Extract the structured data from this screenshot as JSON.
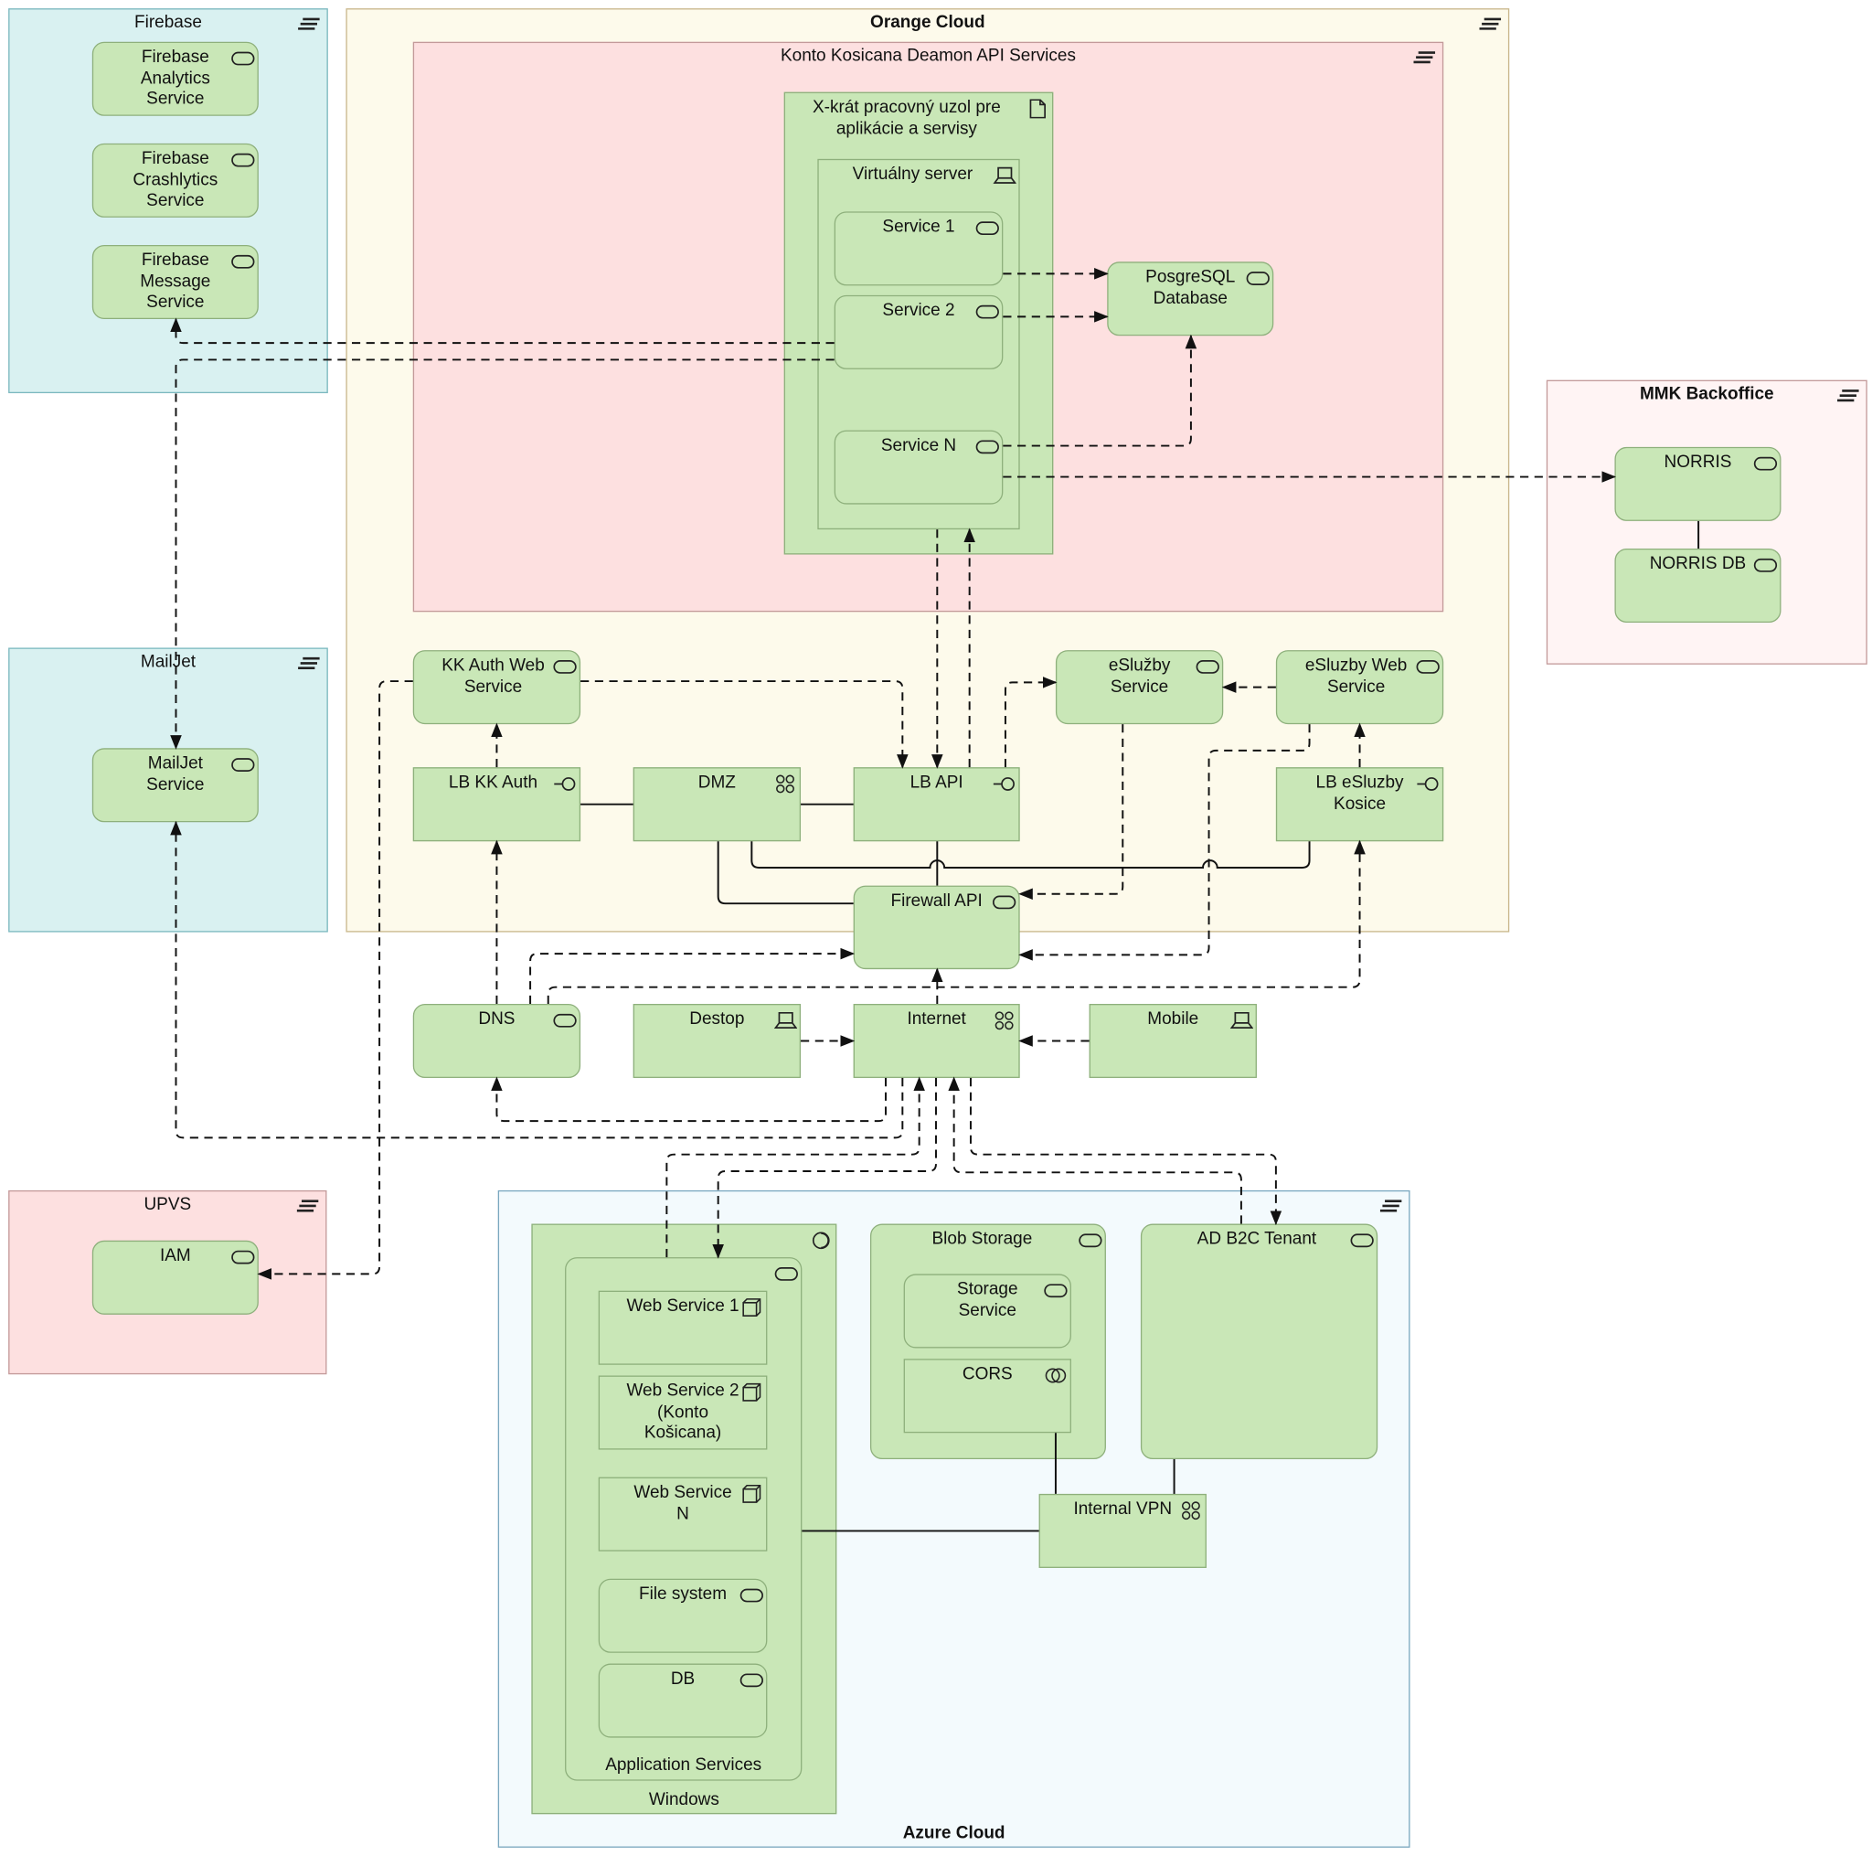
{
  "colors": {
    "node_fill": "#c9e7b7",
    "node_border": "#8eb07c",
    "group_cyan": "#d9f1f1",
    "group_pink": "#fde0e0",
    "group_cream": "#fdfaeb",
    "group_lightpink": "#fff4f4",
    "group_azure": "#f3fafd"
  },
  "groups": {
    "firebase": "Firebase",
    "orange_cloud": "Orange Cloud",
    "konto_services": "Konto Kosicana Deamon API Services",
    "mmk_backoffice": "MMK Backoffice",
    "mailjet": "MailJet",
    "upvs": "UPVS",
    "azure_cloud": "Azure Cloud",
    "worker_node": "X-krát pracovný uzol pre\naplikácie a servisy",
    "virtual_server": "Virtuálny server",
    "windows": "Windows",
    "app_services": "Application Services",
    "blob_storage": "Blob Storage",
    "ad_b2c": "AD B2C Tenant"
  },
  "nodes": {
    "firebase_analytics": "Firebase\nAnalytics\nService",
    "firebase_crashlytics": "Firebase\nCrashlytics\nService",
    "firebase_message": "Firebase\nMessage\nService",
    "service_1": "Service 1",
    "service_2": "Service 2",
    "service_n": "Service N",
    "postgres": "PosgreSQL\nDatabase",
    "norris": "NORRIS",
    "norris_db": "NORRIS DB",
    "mailjet_service": "MailJet\nService",
    "kk_auth": "KK Auth Web\nService",
    "esluzby_service": "eSlužby\nService",
    "esluzby_web": "eSluzby Web\nService",
    "lb_kk_auth": "LB KK Auth",
    "dmz": "DMZ",
    "lb_api": "LB API",
    "lb_esluzby": "LB eSluzby\nKosice",
    "firewall_api": "Firewall API",
    "dns": "DNS",
    "destop": "Destop",
    "internet": "Internet",
    "mobile": "Mobile",
    "iam": "IAM",
    "web_service_1": "Web Service 1",
    "web_service_2": "Web Service 2\n(Konto\nKošicana)",
    "web_service_n": "Web Service\nN",
    "file_system": "File system",
    "db": "DB",
    "storage_service": "Storage\nService",
    "cors": "CORS",
    "internal_vpn": "Internal VPN"
  },
  "icons": {
    "service": "service-icon",
    "group": "grouping-icon",
    "device": "device-icon",
    "network": "network-icon",
    "interface": "interface-icon",
    "node": "node-icon",
    "artifact": "artifact-icon",
    "function": "function-icon",
    "collaboration": "collaboration-icon"
  }
}
